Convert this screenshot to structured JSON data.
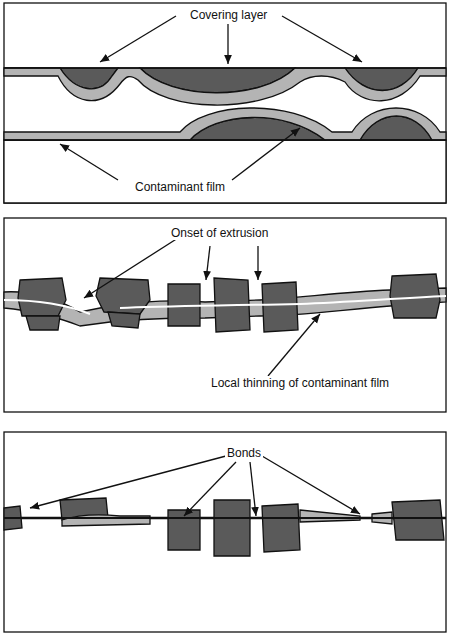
{
  "diagram": {
    "labels": [
      "Covering layer",
      "Contaminant film",
      "Onset of extrusion",
      "Local thinning of contaminant film",
      "Bonds"
    ]
  }
}
